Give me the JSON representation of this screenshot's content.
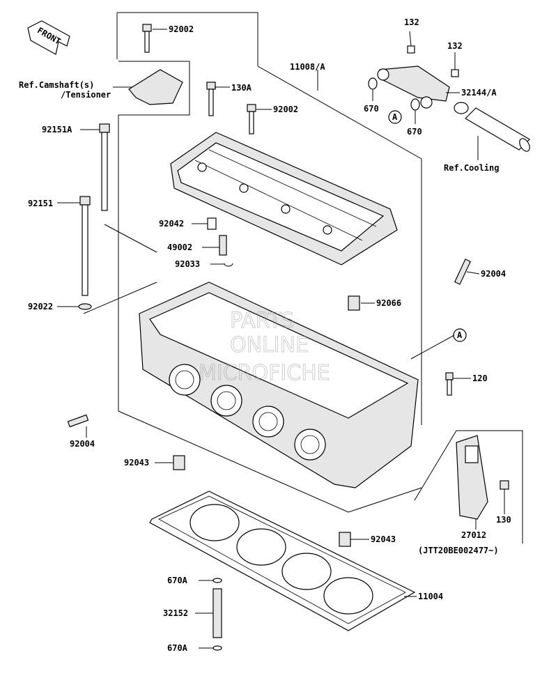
{
  "front_marker": "FRONT",
  "labels": {
    "p92002a": "92002",
    "ref_camshaft": "Ref.Camshaft(s)",
    "ref_tensioner": "/Tensioner",
    "p130A": "130A",
    "p11008A": "11008/A",
    "p92002b": "92002",
    "p92151A": "92151A",
    "p92151": "92151",
    "p92042": "92042",
    "p49002": "49002",
    "p92033": "92033",
    "p92022": "92022",
    "p132a": "132",
    "p132b": "132",
    "p670a": "670",
    "p670b": "670",
    "p32144A": "32144/A",
    "callout_a1": "A",
    "ref_cooling": "Ref.Cooling",
    "p92004a": "92004",
    "p92066": "92066",
    "callout_a2": "A",
    "p120": "120",
    "p92004b": "92004",
    "p92043a": "92043",
    "p92043b": "92043",
    "p130": "130",
    "p27012": "27012",
    "serial_note": "(JTT20BE002477~)",
    "p670A_top": "670A",
    "p32152": "32152",
    "p670A_bottom": "670A",
    "p11004": "11004"
  },
  "watermark": [
    "PARTS",
    "ONLINE",
    "MICROFICHE"
  ]
}
